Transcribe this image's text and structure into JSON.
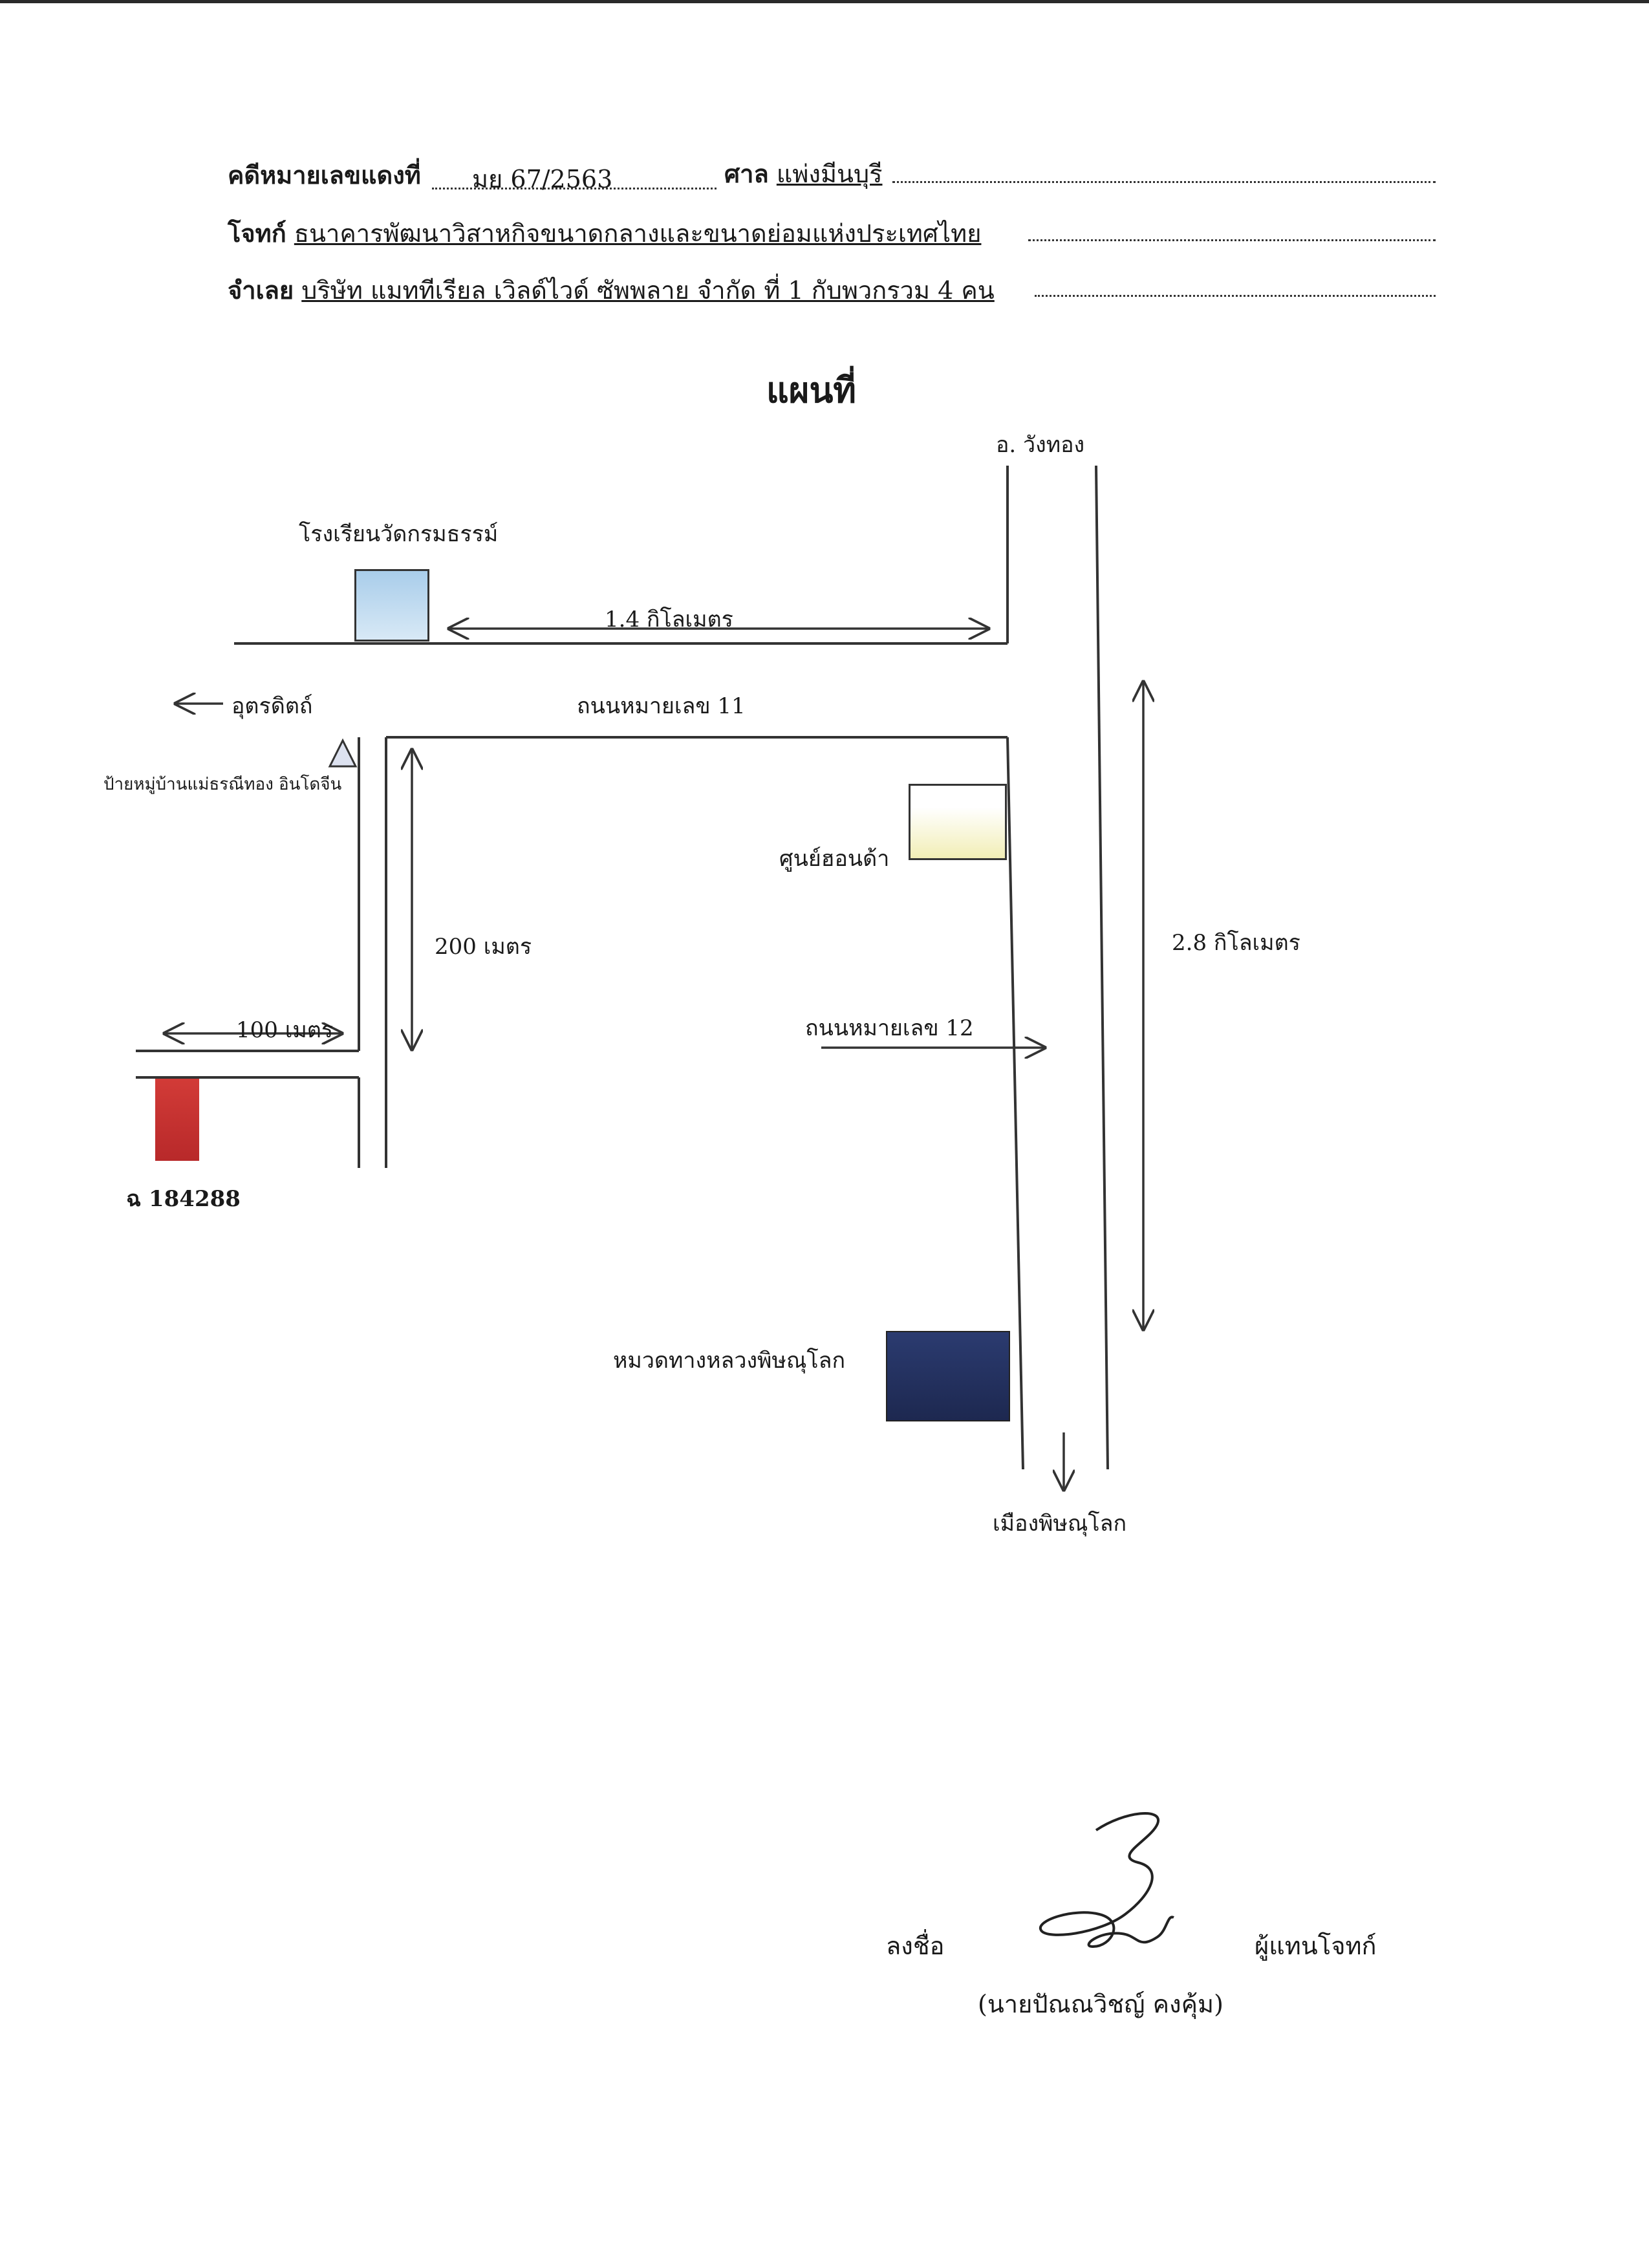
{
  "header": {
    "case_label": "คดีหมายเลขแดงที่",
    "case_value": "มย 67/2563",
    "court_label": "ศาล",
    "court_value": "แพ่งมีนบุรี",
    "plaintiff_label": "โจทก์",
    "plaintiff_value": "ธนาคารพัฒนาวิสาหกิจขนาดกลางและขนาดย่อมแห่งประเทศไทย",
    "defendant_label": "จำเลย",
    "defendant_value": "บริษัท แมททีเรียล เวิลด์ไวด์ ซัพพลาย จำกัด ที่ 1 กับพวกรวม 4 คน"
  },
  "map": {
    "title": "แผนที่",
    "labels": {
      "wang_thong": "อ. วังทอง",
      "school": "โรงเรียนวัดกรมธรรม์",
      "dist_1_4": "1.4 กิโลเมตร",
      "uttaradit": "อุตรดิตถ์",
      "road_11": "ถนนหมายเลข 11",
      "village_sign": "ป้ายหมู่บ้านแม่ธรณีทอง อินโดจีน",
      "honda": "ศูนย์ฮอนด้า",
      "dist_200": "200 เมตร",
      "dist_2_8": "2.8 กิโลเมตร",
      "dist_100": "100 เมตร",
      "road_12": "ถนนหมายเลข 12",
      "property": "ฉ 184288",
      "highway_dept": "หมวดทางหลวงพิษณุโลก",
      "mueang": "เมืองพิษณุโลก"
    },
    "colors": {
      "school_box": "#a9cdea",
      "honda_box": "#f6f2c4",
      "property_box": "#d23b37",
      "highway_box": "#263464",
      "line": "#333333"
    }
  },
  "signature": {
    "sign_label": "ลงชื่อ",
    "role": "ผู้แทนโจทก์",
    "name": "(นายปัณณวิชญ์ คงคุ้ม)"
  }
}
